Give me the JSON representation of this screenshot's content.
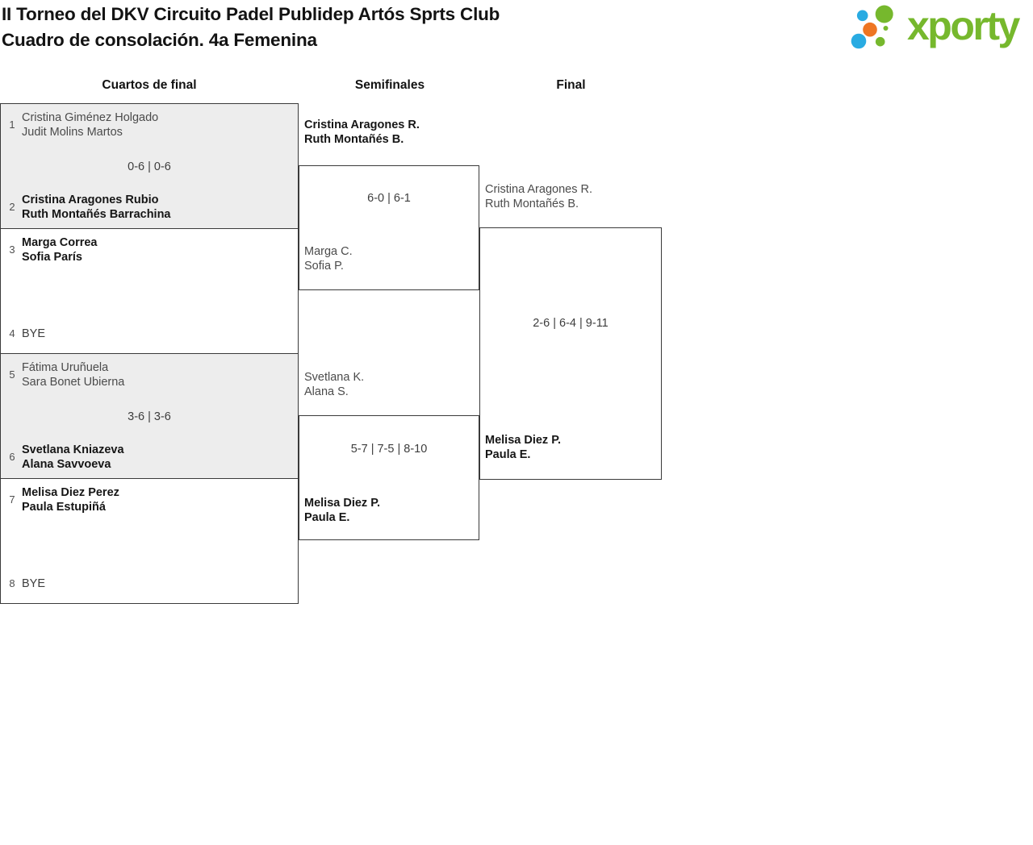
{
  "page": {
    "title_line1": "II Torneo del DKV Circuito Padel Publidep Artós Sprts Club",
    "title_line2": "Cuadro de consolación. 4a Femenina"
  },
  "logo": {
    "wordmark": "xporty",
    "colors": {
      "green": "#76b82d",
      "blue": "#29abe2",
      "orange": "#ee7623"
    }
  },
  "rounds": [
    {
      "label": "Cuartos de final"
    },
    {
      "label": "Semifinales"
    },
    {
      "label": "Final"
    }
  ],
  "quarterfinals": [
    {
      "seed_top": "1",
      "team_top_line1": "Cristina Giménez Holgado",
      "team_top_line2": "Judit Molins Martos",
      "score": "0-6 | 0-6",
      "seed_bottom": "2",
      "team_bottom_line1": "Cristina Aragones Rubio",
      "team_bottom_line2": "Ruth Montañés Barrachina"
    },
    {
      "seed_top": "3",
      "team_top_line1": "Marga Correa",
      "team_top_line2": "Sofia París",
      "seed_bottom": "4",
      "bye_label": "BYE"
    },
    {
      "seed_top": "5",
      "team_top_line1": "Fátima Uruñuela",
      "team_top_line2": "Sara Bonet Ubierna",
      "score": "3-6 | 3-6",
      "seed_bottom": "6",
      "team_bottom_line1": "Svetlana Kniazeva",
      "team_bottom_line2": "Alana Savvoeva"
    },
    {
      "seed_top": "7",
      "team_top_line1": "Melisa Diez Perez",
      "team_top_line2": "Paula Estupiñá",
      "seed_bottom": "8",
      "bye_label": "BYE"
    }
  ],
  "semifinals": [
    {
      "team_top_line1": "Cristina Aragones R.",
      "team_top_line2": "Ruth Montañés B.",
      "score": "6-0 | 6-1",
      "team_bottom_line1": "Marga C.",
      "team_bottom_line2": "Sofia P."
    },
    {
      "team_top_line1": "Svetlana K.",
      "team_top_line2": "Alana S.",
      "score": "5-7 | 7-5 | 8-10",
      "team_bottom_line1": "Melisa Diez P.",
      "team_bottom_line2": "Paula E."
    }
  ],
  "final": {
    "team_top_line1": "Cristina Aragones R.",
    "team_top_line2": "Ruth Montañés B.",
    "score": "2-6 | 6-4 | 9-11",
    "team_bottom_line1": "Melisa Diez P.",
    "team_bottom_line2": "Paula E."
  }
}
